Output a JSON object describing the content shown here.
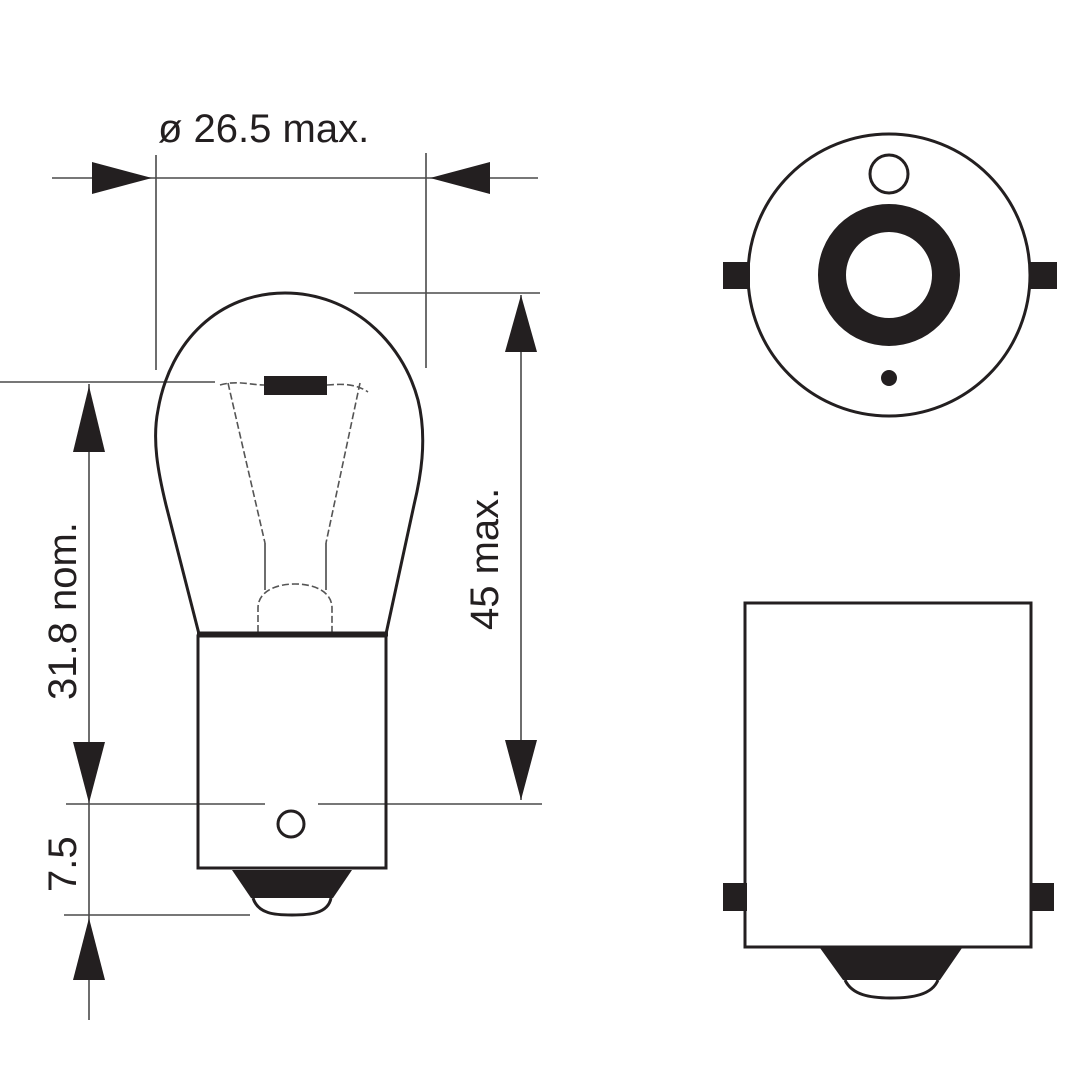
{
  "diagram": {
    "type": "technical-drawing",
    "subject": "Single-filament automotive bulb (BA15s base)",
    "colors": {
      "line": "#231f20",
      "dim_line": "#4a4a4a",
      "background": "#ffffff"
    },
    "dimensions": {
      "diameter": {
        "label": "ø 26.5 max.",
        "value": 26.5,
        "qualifier": "max."
      },
      "overall_length": {
        "label": "45 max.",
        "value": 45,
        "qualifier": "max."
      },
      "light_center_length": {
        "label": "31.8 nom.",
        "value": 31.8,
        "qualifier": "nom."
      },
      "base_pin_offset": {
        "label": "7.5",
        "value": 7.5
      }
    },
    "views": [
      {
        "name": "side-view",
        "description": "Bulb glass envelope with filament on base"
      },
      {
        "name": "bottom-view",
        "description": "Base end view with contact, pins and markers"
      },
      {
        "name": "base-side-view",
        "description": "Base cylinder with bayonet pins and contact"
      }
    ]
  }
}
